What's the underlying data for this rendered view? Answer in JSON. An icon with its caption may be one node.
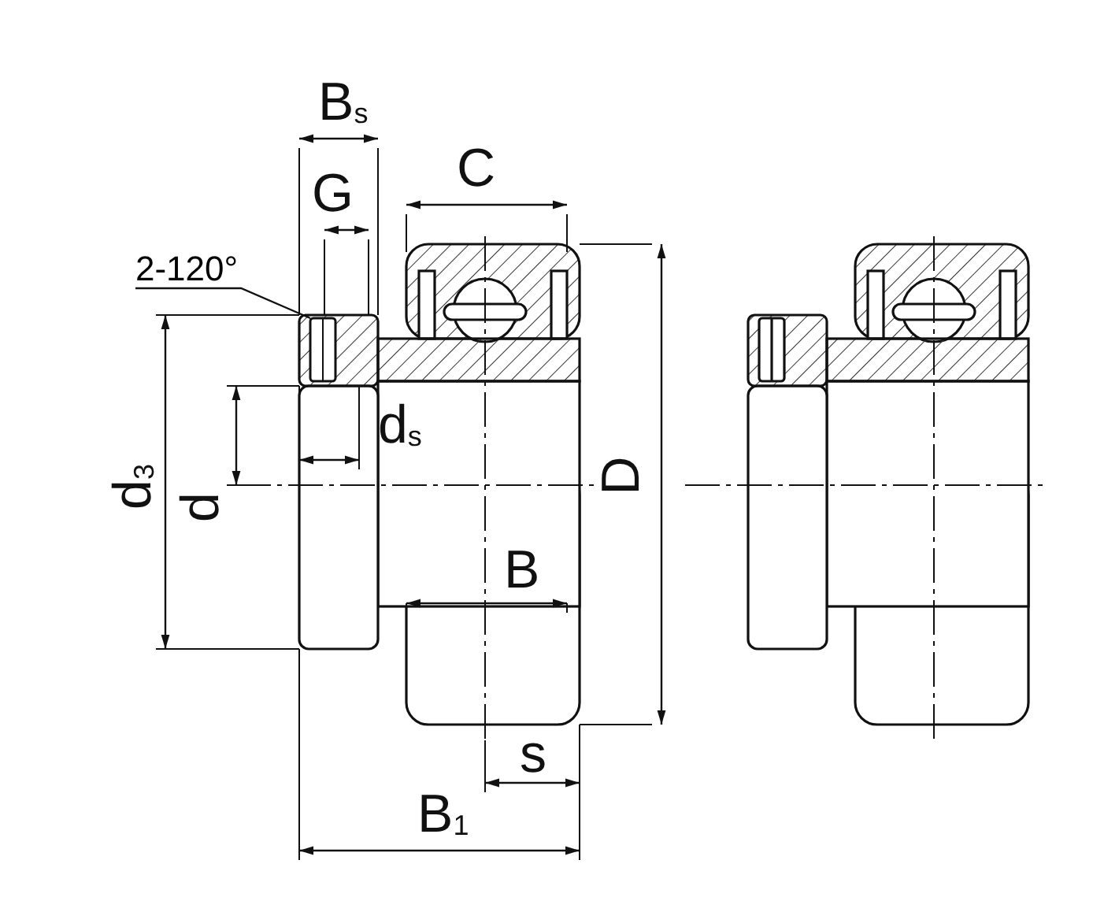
{
  "diagram": {
    "nodes": [
      {
        "text": [
          "2-120°"
        ]
      },
      {
        "text": [],
        "shape": "picture"
      }
    ],
    "edges": [
      {
        "from": 0,
        "to": 1,
        "arrow": "none"
      }
    ],
    "labels": [
      "B$_{s}$",
      "G",
      "C",
      "d$_{s}$",
      "d$_{3}$",
      "d",
      "D",
      "B",
      "s",
      "B$_{1}$"
    ]
  }
}
